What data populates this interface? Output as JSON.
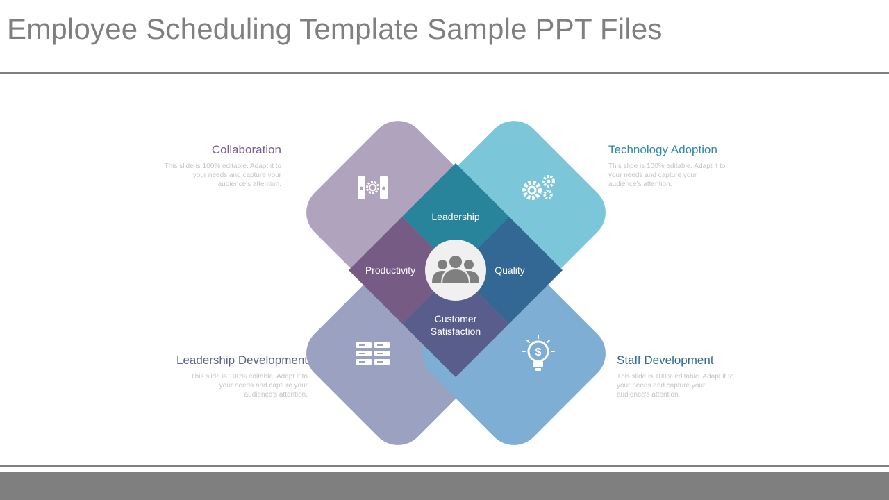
{
  "title": "Employee Scheduling Template Sample PPT Files",
  "colors": {
    "title_gray": "#7f7f7f",
    "collaboration": "#b0a3bd",
    "technology_adoption": "#7cc6da",
    "leadership_development": "#9aa1c1",
    "staff_development": "#7eaed3",
    "leadership": "#27849a",
    "productivity": "#765b85",
    "quality": "#326893",
    "customer_satisfaction": "#585d8c",
    "center_circle": "#f0f0f0",
    "center_icon": "#7f7f7f"
  },
  "inner": {
    "top": "Leadership",
    "left": "Productivity",
    "right": "Quality",
    "bottom_line1": "Customer",
    "bottom_line2": "Satisfaction"
  },
  "blocks": {
    "collaboration": {
      "heading": "Collaboration",
      "text": "This slide is 100% editable. Adapt it to your needs and capture your audience's attention.",
      "color": "#7a5e8c",
      "icon": "binders-gear-icon"
    },
    "technology_adoption": {
      "heading": "Technology Adoption",
      "text": "This slide is 100% editable. Adapt it to your needs and capture your audience's attention.",
      "color": "#2f8aa3",
      "icon": "gears-icon"
    },
    "leadership_development": {
      "heading": "Leadership Development",
      "text": "This slide is 100% editable. Adapt it to your needs and capture your audience's attention.",
      "color": "#5a6488",
      "icon": "server-rack-icon"
    },
    "staff_development": {
      "heading": "Staff Development",
      "text": "This slide is 100% editable. Adapt it to your needs and capture your audience's attention.",
      "color": "#2e6a93",
      "icon": "lightbulb-dollar-icon"
    }
  },
  "center": {
    "icon": "team-people-icon"
  }
}
